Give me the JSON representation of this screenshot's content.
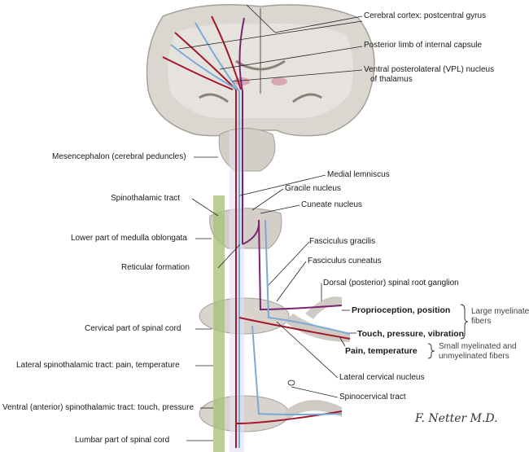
{
  "labels": {
    "cortex": "Cerebral cortex: postcentral gyrus",
    "capsule": "Posterior limb of internal capsule",
    "vpl1": "Ventral posterolateral (VPL) nucleus",
    "vpl2": "of thalamus",
    "mesencephalon": "Mesencephalon (cerebral peduncles)",
    "medial_lemniscus": "Medial lemniscus",
    "spinothalamic": "Spinothalamic tract",
    "gracile_nucleus": "Gracile nucleus",
    "cuneate_nucleus": "Cuneate nucleus",
    "medulla": "Lower part of medulla oblongata",
    "reticular": "Reticular formation",
    "fasc_gracilis": "Fasciculus gracilis",
    "fasc_cuneatus": "Fasciculus cuneatus",
    "dorsal_ganglion": "Dorsal (posterior) spinal root ganglion",
    "proprioception": "Proprioception, position",
    "touch": "Touch, pressure, vibration",
    "large_fibers1": "Large myelinated",
    "large_fibers2": "fibers",
    "pain": "Pain, temperature",
    "small_fibers1": "Small myelinated and",
    "small_fibers2": "unmyelinated fibers",
    "cervical": "Cervical part of spinal cord",
    "lateral_spinothalamic": "Lateral spinothalamic tract: pain, temperature",
    "lateral_cervical": "Lateral cervical nucleus",
    "spinocervical": "Spinocervical tract",
    "ventral_spinothalamic": "Ventral (anterior) spinothalamic tract: touch, pressure",
    "lumbar": "Lumbar part of spinal cord"
  },
  "signature": "F. Netter M.D.",
  "colors": {
    "red": "#a3192b",
    "blue": "#7aaad8",
    "purple": "#7b2470",
    "green": "#a9c27a",
    "tissue": "#dad6d0",
    "tissue_dark": "#b9b2aa"
  }
}
